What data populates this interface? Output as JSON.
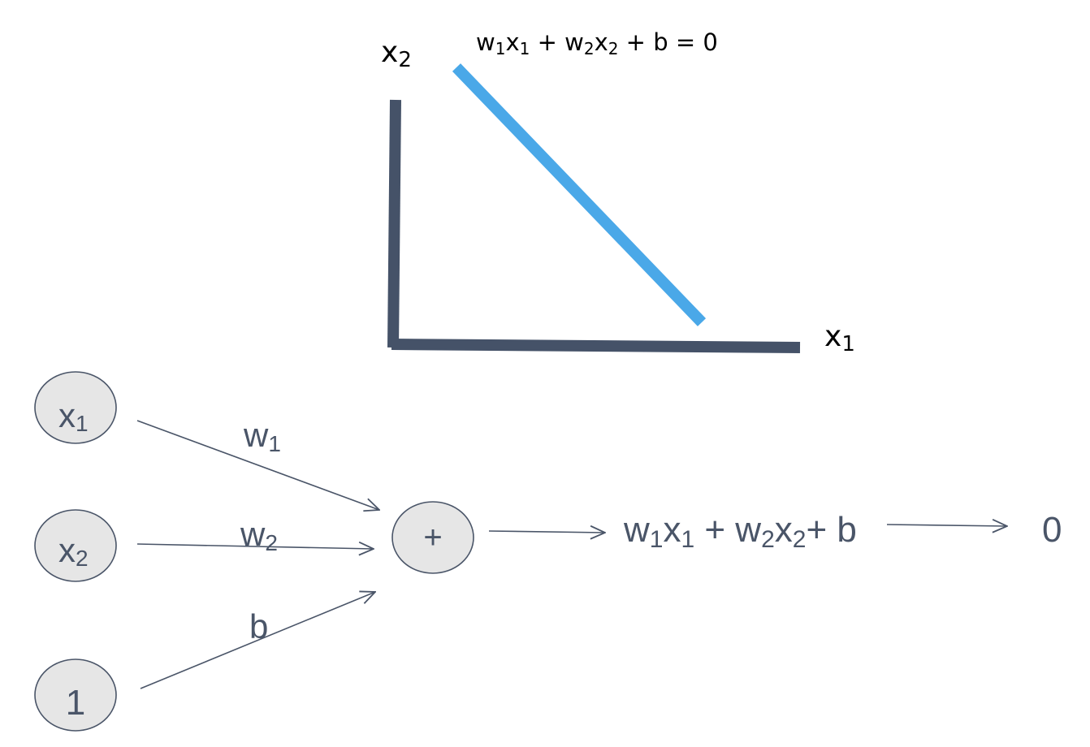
{
  "plot": {
    "x2_axis_label": {
      "base": "x",
      "sub": "2"
    },
    "x1_axis_label": {
      "base": "x",
      "sub": "1"
    },
    "boundary_equation": [
      {
        "t": "w"
      },
      {
        "s": "1"
      },
      {
        "t": "x"
      },
      {
        "s": "1"
      },
      {
        "t": " + w"
      },
      {
        "s": "2"
      },
      {
        "t": "x"
      },
      {
        "s": "2"
      },
      {
        "t": " + b = 0"
      }
    ],
    "colors": {
      "axes": "#455268",
      "boundary": "#4aa8e8"
    }
  },
  "network": {
    "nodes": {
      "x1": {
        "base": "x",
        "sub": "1"
      },
      "x2": {
        "base": "x",
        "sub": "2"
      },
      "bias": {
        "text": "1"
      },
      "sum": {
        "text": "+"
      }
    },
    "weights": {
      "w1": {
        "base": "w",
        "sub": "1"
      },
      "w2": {
        "base": "w",
        "sub": "2"
      },
      "b": {
        "text": "b"
      }
    },
    "sum_expression": [
      {
        "t": "w"
      },
      {
        "s": "1"
      },
      {
        "t": "x"
      },
      {
        "s": "1"
      },
      {
        "t": " + w"
      },
      {
        "s": "2"
      },
      {
        "t": "x"
      },
      {
        "s": "2"
      },
      {
        "t": "+ b"
      }
    ],
    "output": {
      "text": "0"
    },
    "colors": {
      "stroke": "#4a5568",
      "node_fill": "#e6e6e6"
    }
  }
}
